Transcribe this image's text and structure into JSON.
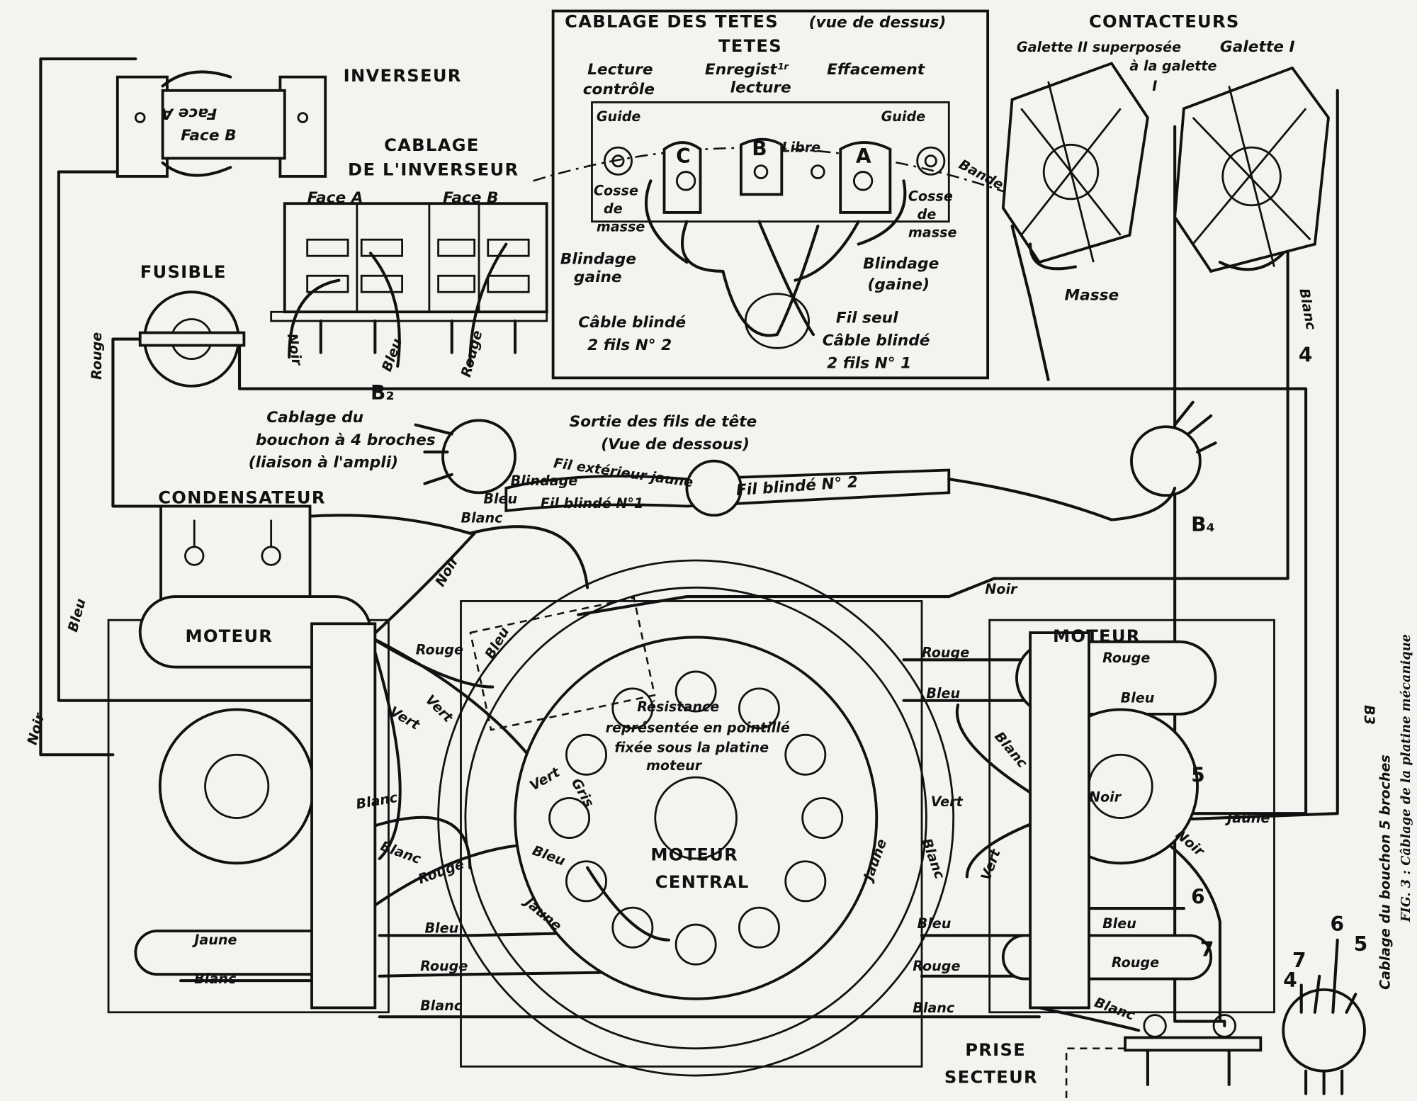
{
  "caption": "FIG. 3 : Câblage de la platine mécanique",
  "labels": {
    "heads_title": "CABLAGE DES TETES",
    "heads_view": "(vue de dessus)",
    "tetes": "TETES",
    "lecture": "Lecture",
    "controle": "contrôle",
    "enregist": "Enregist¹ʳ",
    "enregist_lecture": "lecture",
    "effacement": "Effacement",
    "guide_left": "Guide",
    "guide_right": "Guide",
    "head_c": "C",
    "head_b": "B",
    "head_a": "A",
    "libre": "Libre",
    "bande": "Bande",
    "cosse_l1": "Cosse",
    "cosse_l2": "de",
    "cosse_l3": "masse",
    "cosse_r1": "Cosse",
    "cosse_r2": "de",
    "cosse_r3": "masse",
    "blindage_l1": "Blindage",
    "blindage_l2": "gaine",
    "blindage_r1": "Blindage",
    "blindage_r2": "(gaine)",
    "cable2_1": "Câble blindé",
    "cable2_2": "2 fils N° 2",
    "filseul": "Fil seul",
    "cable1_1": "Câble blindé",
    "cable1_2": "2 fils N° 1",
    "contacteurs": "CONTACTEURS",
    "galette2_1": "Galette II superposée",
    "galette2_2": "à la galette",
    "galette2_3": "I",
    "galette1": "Galette I",
    "masse": "Masse",
    "blanc_r4": "Blanc",
    "num4_top": "4",
    "inverseur": "INVERSEUR",
    "inv_faceA": "Face A",
    "inv_faceB": "Face B",
    "cablage_inv1": "CABLAGE",
    "cablage_inv2": "DE L'INVERSEUR",
    "faceA": "Face A",
    "faceB": "Face B",
    "inv_noir": "Noir",
    "inv_bleu": "Bleu",
    "inv_rouge": "Rouge",
    "fusible": "FUSIBLE",
    "rouge_left": "Rouge",
    "b2": "B₂",
    "bouchon4_1": "Cablage du",
    "bouchon4_2": "bouchon à 4 broches",
    "bouchon4_3": "(liaison à l'ampli)",
    "sortie1": "Sortie des fils de tête",
    "sortie2": "(Vue de dessous)",
    "fil_ext": "Fil extérieur jaune",
    "blindage_b2": "Blindage",
    "bleu_b2": "Bleu",
    "blanc_b2": "Blanc",
    "filblinde1": "Fil blindé N°1",
    "filblinde2": "Fil blindé N° 2",
    "b4": "B₄",
    "condensateur": "CONDENSATEUR",
    "noir_cond": "Noir",
    "noir_top": "Noir",
    "moteur_left": "MOTEUR",
    "moteur_right": "MOTEUR",
    "bleu_left": "Bleu",
    "noir_left": "Noir",
    "l_rouge1": "Rouge",
    "l_bleu1": "Bleu",
    "l_vert1": "Vert",
    "l_vert2": "Vert",
    "res1": "Résistance",
    "res2": "représentée en pointillé",
    "res3": "fixée sous la platine",
    "res4": "moteur",
    "central1": "MOTEUR",
    "central2": "CENTRAL",
    "c_vert": "Vert",
    "c_gris": "Gris",
    "c_bleu": "Bleu",
    "c_rouge": "Rouge",
    "l_blanc1": "Blanc",
    "l_blanc2": "Blanc",
    "l_jaune": "Jaune",
    "l_blanc3": "Blanc",
    "l_bleu2": "Bleu",
    "l_rouge2": "Rouge",
    "l_blanc4": "Blanc",
    "c_jaune1": "Jaune",
    "c_jaune2": "Jaune",
    "r_rouge1": "Rouge",
    "r_rouge2": "Rouge",
    "r_bleu1": "Bleu",
    "r_bleu2": "Bleu",
    "r_blanc1": "Blanc",
    "r_vert1": "Vert",
    "r_blanc2": "Blanc",
    "r_vert2": "Vert",
    "r_noir1": "Noir",
    "r_num5": "5",
    "r_jaune": "Jaune",
    "r_noir2": "Noir",
    "r_num6": "6",
    "r_bleu3": "Bleu",
    "r_bleu4": "Bleu",
    "r_rouge3": "Rouge",
    "r_rouge4": "Rouge",
    "r_num7": "7",
    "r_blanc3": "Blanc",
    "r_blanc4": "Blanc",
    "b3": "B3",
    "bouchon5": "Cablage du bouchon 5 broches",
    "p7": "7",
    "p6": "6",
    "p4": "4",
    "p5": "5",
    "prise1": "PRISE",
    "prise2": "SECTEUR"
  }
}
